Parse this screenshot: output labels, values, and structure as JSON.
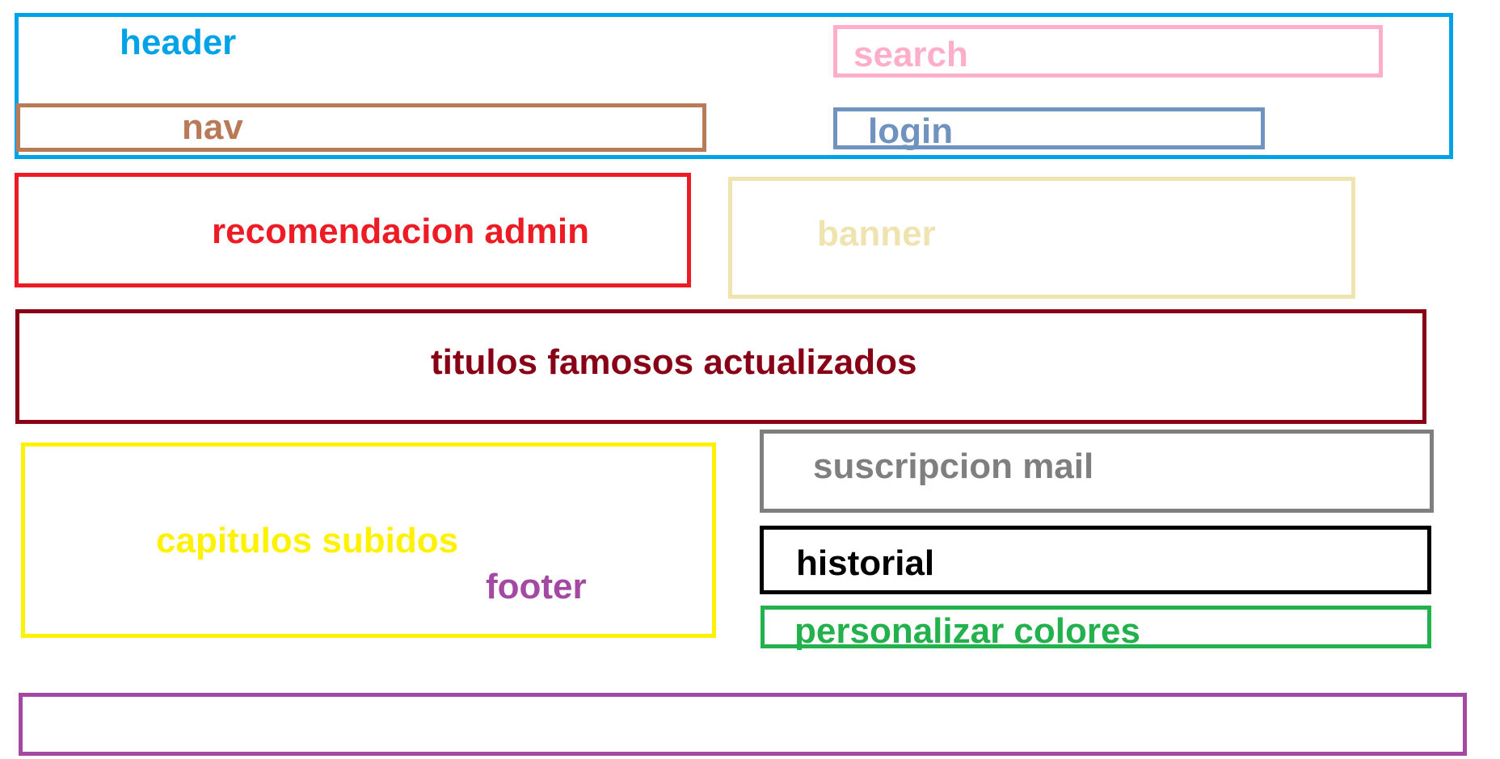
{
  "diagram": {
    "blocks": {
      "header": {
        "label": "header",
        "color": "#00a2e8"
      },
      "search": {
        "label": "search",
        "color": "#ffaec9"
      },
      "nav": {
        "label": "nav",
        "color": "#b97a57"
      },
      "login": {
        "label": "login",
        "color": "#7092be"
      },
      "reco": {
        "label": "recomendacion admin",
        "color": "#ed1c24"
      },
      "banner": {
        "label": "banner",
        "color": "#efe4b0"
      },
      "titulos": {
        "label": "titulos famosos actualizados",
        "color": "#880015"
      },
      "capitulos": {
        "label": "capitulos subidos",
        "color": "#fff200"
      },
      "suscrip": {
        "label": "suscripcion mail",
        "color": "#7f7f7f"
      },
      "historial": {
        "label": "historial",
        "color": "#000000"
      },
      "personal": {
        "label": "personalizar colores",
        "color": "#22b14c"
      },
      "footer": {
        "label": "footer",
        "color": "#a349a4"
      }
    }
  }
}
